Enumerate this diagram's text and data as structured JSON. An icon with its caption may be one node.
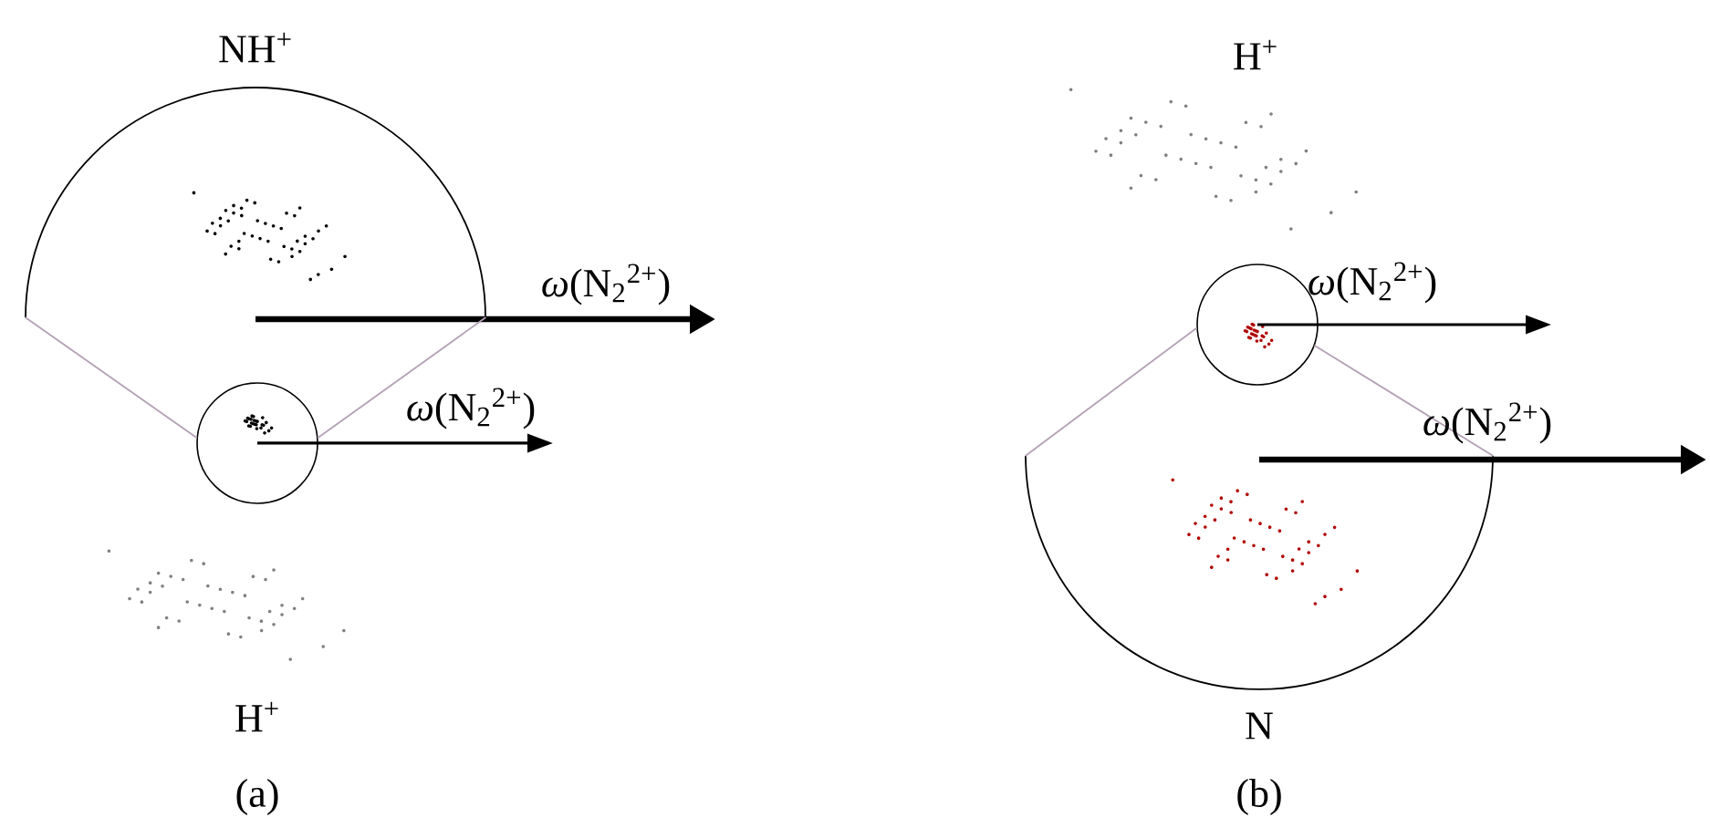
{
  "diagram": {
    "nodes": [
      {
        "text": [
          "NH$^{+}$"
        ]
      },
      {
        "text": [],
        "shape": "circle"
      },
      {
        "text": [],
        "shape": "circle"
      },
      {
        "text": [
          "N"
        ]
      }
    ],
    "edges": [
      {
        "from": 0,
        "to": 1,
        "arrow": "none"
      },
      {
        "from": 0,
        "to": 1,
        "arrow": "none"
      },
      {
        "from": 3,
        "to": 2,
        "arrow": "none"
      },
      {
        "from": 3,
        "to": 2,
        "arrow": "none"
      }
    ],
    "labels": [
      "H$^{+}$",
      "*ω*(N$_{2}$$^{2+}$)",
      "*ω*(N$_{2}$$^{2+}$)",
      "*ω*(N$_{2}$$^{2+}$)",
      "*ω*(N$_{2}$$^{2+}$)",
      "H$^{+}$",
      "(a)",
      "(b)"
    ]
  }
}
